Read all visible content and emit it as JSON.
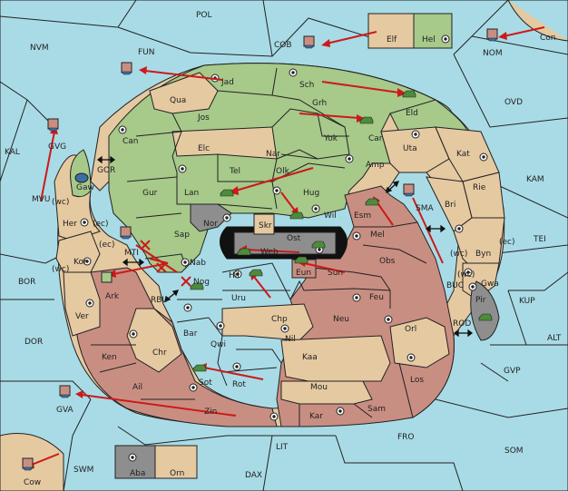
{
  "sea_labels": {
    "POL": "POL",
    "NVM": "NVM",
    "FUN": "FUN",
    "COB": "COB",
    "NOM": "NOM",
    "OVD": "OVD",
    "KAL": "KAL",
    "KAM": "KAM",
    "MVU": "MVU",
    "TEI": "TEI",
    "BOR": "BOR",
    "KUP": "KUP",
    "BUC": "BUC",
    "DOR": "DOR",
    "ALT": "ALT",
    "ROD": "ROD",
    "GVP": "GVP",
    "GVA": "GVA",
    "LIT": "LIT",
    "FRO": "FRO",
    "SOM": "SOM",
    "SWM": "SWM",
    "DAX": "DAX",
    "Con": "Con",
    "Cow": "Cow",
    "GOR": "GOR",
    "MTI": "MTI",
    "RBU": "RBU",
    "SMA": "SMA"
  },
  "land_labels": {
    "Elf": "Elf",
    "Hel": "Hel",
    "Jad": "Jad",
    "Sch": "Sch",
    "Qua": "Qua",
    "Jos": "Jos",
    "Grh": "Grh",
    "Eld": "Eld",
    "Can": "Can",
    "Car": "Car",
    "Elc": "Elc",
    "Nar": "Nar",
    "Yok": "Yok",
    "Uta": "Uta",
    "Kat": "Kat",
    "GVG": "GVG",
    "Tel": "Tel",
    "Olk": "Olk",
    "Amp": "Amp",
    "Gaw": "Gaw",
    "Lan": "Lan",
    "Gur": "Gur",
    "Hug": "Hug",
    "Rie": "Rie",
    "Bri": "Bri",
    "Her": "Her",
    "Nor": "Nor",
    "Skr": "Skr",
    "Wil": "Wil",
    "Esm": "Esm",
    "Sap": "Sap",
    "Ost": "Ost",
    "Mel": "Mel",
    "Web": "Web",
    "Byn": "Byn",
    "Kor": "Kor",
    "Nab": "Nab",
    "Obs": "Obs",
    "Eun": "Eun",
    "Sun": "Sun",
    "Gwa": "Gwa",
    "Hil": "Hil",
    "Nog": "Nog",
    "Ark": "Ark",
    "Uru": "Uru",
    "Feu": "Feu",
    "Pir": "Pir",
    "Ver": "Ver",
    "Chp": "Chp",
    "Neu": "Neu",
    "Orl": "Orl",
    "Bar": "Bar",
    "Qwi": "Qwi",
    "Nil": "Nil",
    "Ken": "Ken",
    "Chr": "Chr",
    "Kaa": "Kaa",
    "Los": "Los",
    "Sot": "Sot",
    "Rot": "Rot",
    "Ail": "Ail",
    "Mou": "Mou",
    "Zin": "Zin",
    "Kar": "Kar",
    "Sam": "Sam",
    "Aba": "Aba",
    "Orn": "Orn"
  },
  "coast_labels": {
    "wc1": "(wc)",
    "ec1": "(ec)",
    "ec2": "(ec)",
    "wc2": "(wc)",
    "wc3": "(wc)",
    "ec3": "(ec)",
    "wc4": "(wc)"
  },
  "unit_types": [
    "fleet",
    "army"
  ],
  "colors": {
    "sea": "#a9dbe6",
    "power_green": "#a7c98a",
    "power_tan": "#e5c9a1",
    "power_red": "#c98e82",
    "neutral_gray": "#8e8e8e",
    "order_arrow": "#cc1a1a"
  }
}
